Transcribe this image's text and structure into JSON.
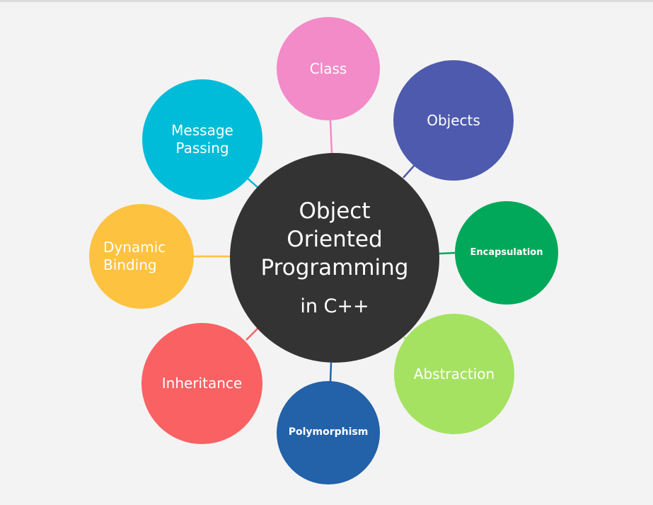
{
  "diagram": {
    "center": {
      "title": "Object Oriented Programming",
      "subtitle": "in C++",
      "color": "#333333"
    },
    "nodes": [
      {
        "key": "class",
        "label": "Class",
        "color": "#f28bc7"
      },
      {
        "key": "objects",
        "label": "Objects",
        "color": "#4e5aad"
      },
      {
        "key": "encapsulation",
        "label": "Encapsulation",
        "color": "#01a85a"
      },
      {
        "key": "abstraction",
        "label": "Abstraction",
        "color": "#a5e262"
      },
      {
        "key": "polymorphism",
        "label": "Polymorphism",
        "color": "#2361a8"
      },
      {
        "key": "inheritance",
        "label": "Inheritance",
        "color": "#f96163"
      },
      {
        "key": "dynamic_binding",
        "label": "Dynamic Binding",
        "color": "#fdc240"
      },
      {
        "key": "message_passing",
        "label": "Message Passing",
        "color": "#00bcd8"
      }
    ]
  }
}
